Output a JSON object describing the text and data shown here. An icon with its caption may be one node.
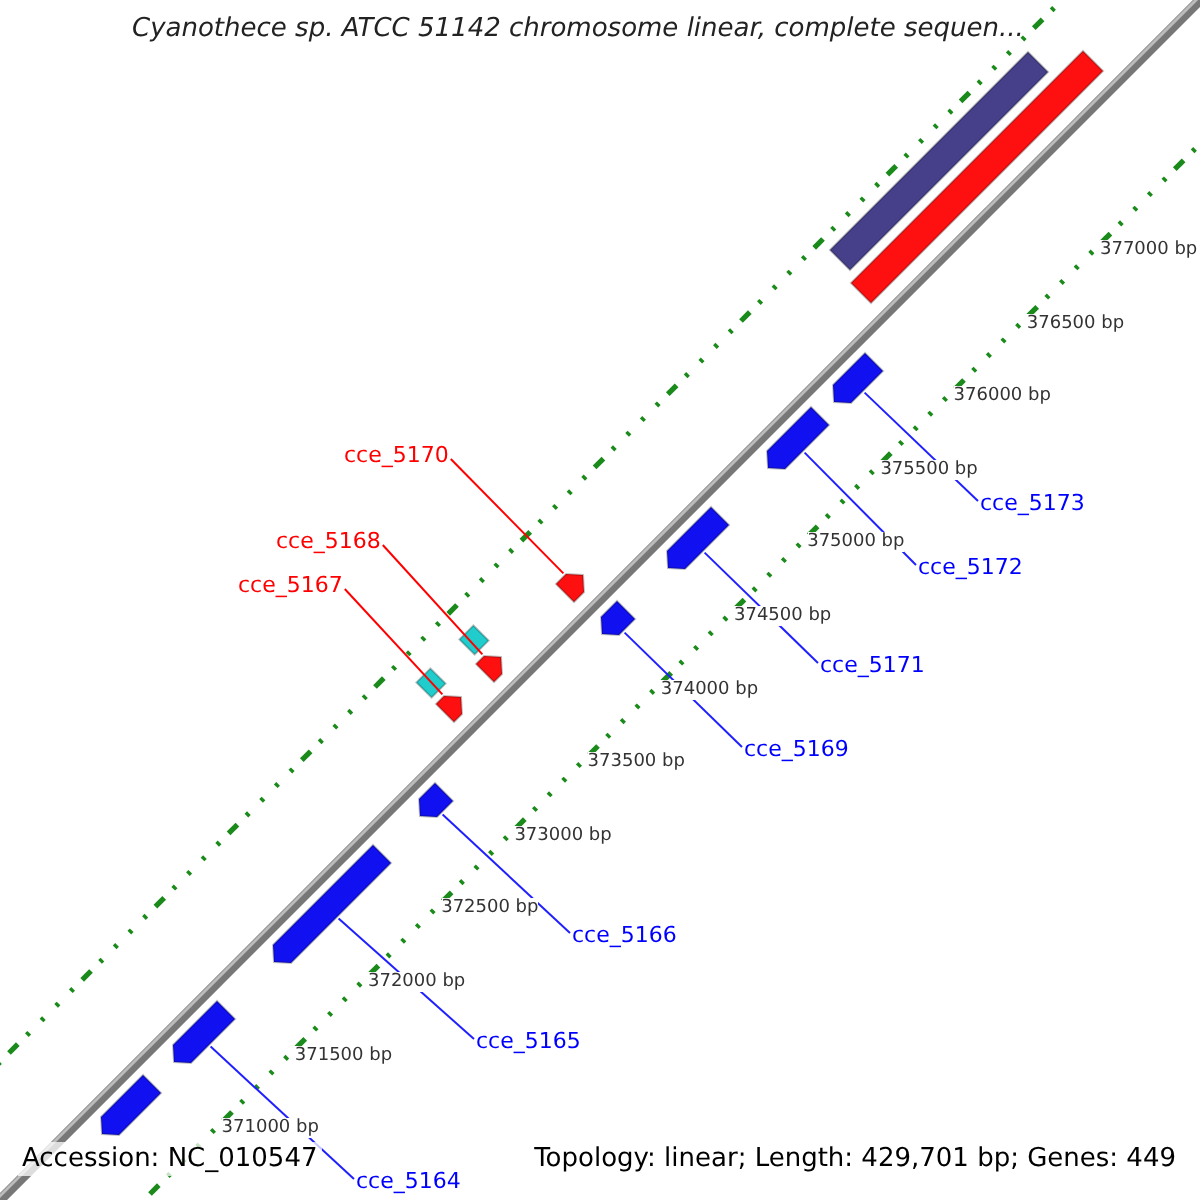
{
  "diagram": {
    "title": "Cyanothece sp. ATCC 51142 chromosome linear, complete sequen...",
    "nodes": [
      {
        "text": [],
        "shape": "bar"
      },
      {
        "text": [],
        "shape": "bar"
      },
      {
        "text": [],
        "shape": "arrow"
      },
      {
        "text": [],
        "shape": "arrow"
      },
      {
        "text": [
          "cce_5173"
        ]
      },
      {
        "text": [
          "cce_5172"
        ]
      },
      {
        "text": [
          "cce_5170"
        ]
      },
      {
        "text": [],
        "shape": "arrow"
      },
      {
        "text": [],
        "shape": "arrow"
      },
      {
        "text": [
          "cce_5168"
        ]
      },
      {
        "text": [],
        "shape": "diamond"
      },
      {
        "text": [],
        "shape": "arrow"
      },
      {
        "text": [],
        "shape": "arrow"
      },
      {
        "text": [
          "cce_5171"
        ]
      },
      {
        "text": [
          "cce_5167"
        ]
      },
      {
        "text": [],
        "shape": "diamond"
      },
      {
        "text": [],
        "shape": "arrow"
      },
      {
        "text": [
          "cce_5169"
        ]
      },
      {
        "text": [],
        "shape": "arrow"
      },
      {
        "text": [
          "cce_5166"
        ]
      },
      {
        "text": [],
        "shape": "arrow"
      },
      {
        "text": [
          "cce_5165"
        ]
      },
      {
        "text": [],
        "shape": "arrow"
      },
      {
        "text": [],
        "shape": "arrow"
      },
      {
        "text": [
          "cce_5164"
        ]
      }
    ],
    "edges": [
      {
        "from": 4,
        "to": 2,
        "arrow": "none"
      },
      {
        "from": 5,
        "to": 3,
        "arrow": "none"
      },
      {
        "from": 6,
        "to": 7,
        "arrow": "none",
        "color": "#ff0000"
      },
      {
        "from": 9,
        "to": 11,
        "arrow": "none",
        "color": "#ff0000"
      },
      {
        "from": 13,
        "to": 8,
        "arrow": "none"
      },
      {
        "from": 14,
        "to": 16,
        "arrow": "none",
        "color": "#ff0000"
      },
      {
        "from": 17,
        "to": 12,
        "arrow": "none"
      },
      {
        "from": 19,
        "to": 18,
        "arrow": "none"
      },
      {
        "from": 21,
        "to": 20,
        "arrow": "none"
      },
      {
        "from": 24,
        "to": 22,
        "arrow": "none"
      }
    ],
    "labels": [
      "377000 bp",
      "376500 bp",
      "376000 bp",
      "375500 bp",
      "375000 bp",
      "374500 bp",
      "374000 bp",
      "373500 bp",
      "373000 bp",
      "372500 bp",
      "372000 bp",
      "371500 bp",
      "371000 bp",
      "Accession: NC_010547",
      "Topology: linear; Length: 429,701 bp; Genes: 449"
    ]
  }
}
